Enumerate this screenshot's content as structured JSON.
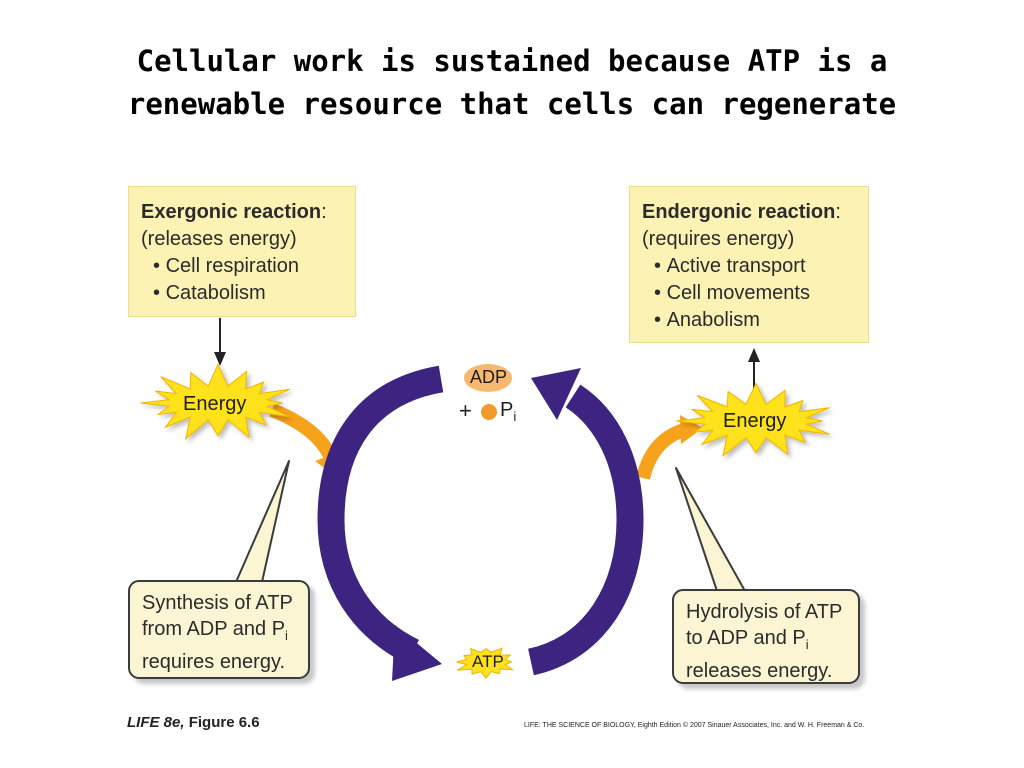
{
  "title": {
    "line1": "Cellular work is sustained because ATP is a",
    "line2": "renewable resource that cells can regenerate"
  },
  "exergonic": {
    "heading": "Exergonic reaction",
    "colon": ":",
    "subtitle": "(releases energy)",
    "items": [
      "Cell respiration",
      "Catabolism"
    ]
  },
  "endergonic": {
    "heading": "Endergonic reaction",
    "colon": ":",
    "subtitle": "(requires energy)",
    "items": [
      "Active transport",
      "Cell movements",
      "Anabolism"
    ]
  },
  "energy_left": "Energy",
  "energy_right": "Energy",
  "adp_label": "ADP",
  "plus_sign": "+",
  "pi_letter": "P",
  "pi_subscript": "i",
  "atp_label": "ATP",
  "synthesis_note": {
    "line1": "Synthesis of ATP",
    "line2_prefix": "from ADP and P",
    "line2_sub": "i",
    "line3": "requires energy."
  },
  "hydrolysis_note": {
    "line1": "Hydrolysis of ATP",
    "line2_prefix": "to ADP and P",
    "line2_sub": "i",
    "line3": "releases energy."
  },
  "footer": {
    "left_italic": "LIFE 8e,",
    "left_rest": " Figure 6.6",
    "right": "LIFE: THE SCIENCE OF BIOLOGY, Eighth Edition  © 2007 Sinauer Associates, Inc. and W. H. Freeman & Co."
  },
  "colors": {
    "cycle_arrow": "#3d2480",
    "energy_arrow": "#f7a21b",
    "starburst": "#ffe21c",
    "box_fill": "#fbf2b4",
    "phosphate": "#f39a2c"
  }
}
